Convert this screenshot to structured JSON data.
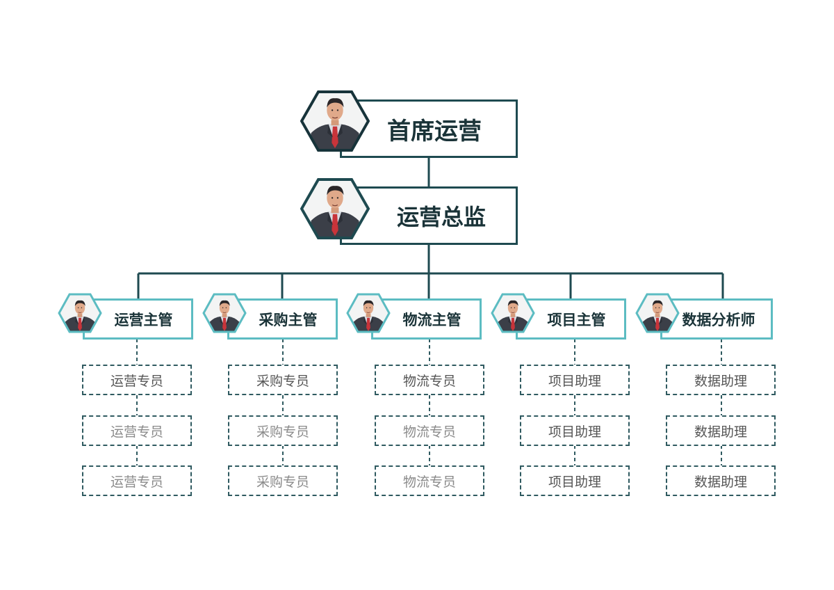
{
  "colors": {
    "dark_line": "#1e4a50",
    "accent_teal": "#5cbcc2",
    "text_dark": "#1a3338",
    "staff_text_active": "#555555",
    "staff_text_faded": "#8a8a8a"
  },
  "icons": [
    "businessman-avatar-icon"
  ],
  "top": [
    {
      "title": "首席运营"
    },
    {
      "title": "运营总监"
    }
  ],
  "departments": [
    {
      "title": "运营主管",
      "staff": [
        "运营专员",
        "运营专员",
        "运营专员"
      ]
    },
    {
      "title": "采购主管",
      "staff": [
        "采购专员",
        "采购专员",
        "采购专员"
      ]
    },
    {
      "title": "物流主管",
      "staff": [
        "物流专员",
        "物流专员",
        "物流专员"
      ]
    },
    {
      "title": "项目主管",
      "staff": [
        "项目助理",
        "项目助理",
        "项目助理"
      ]
    },
    {
      "title": "数据分析师",
      "staff": [
        "数据助理",
        "数据助理",
        "数据助理"
      ]
    }
  ]
}
